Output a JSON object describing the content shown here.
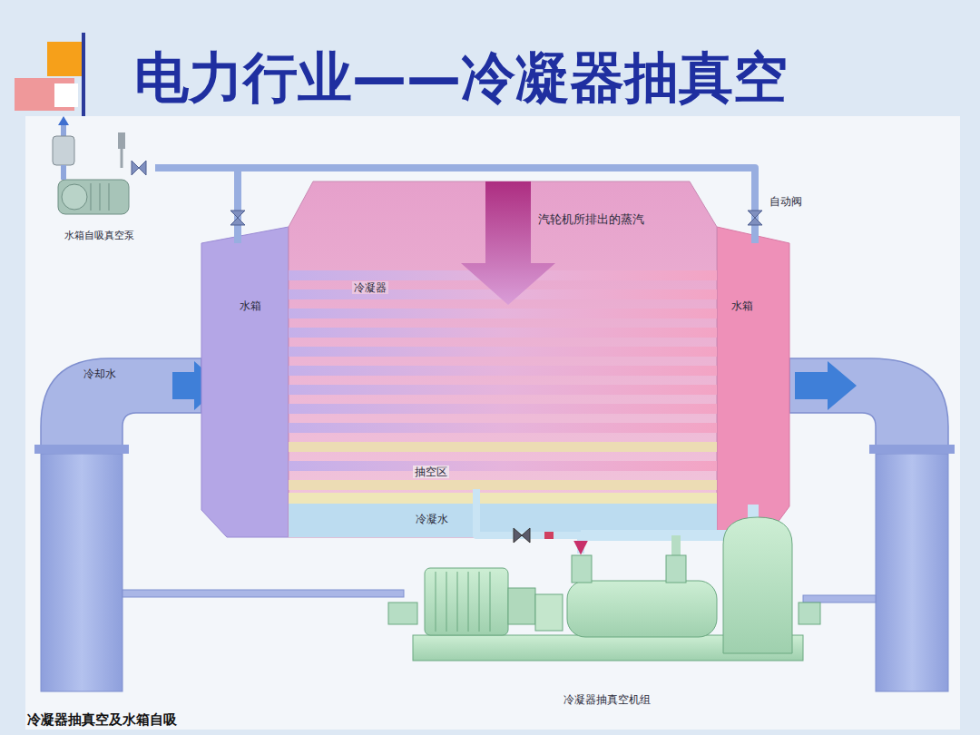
{
  "diagram": {
    "title": "电力行业——冷凝器抽真空",
    "caption": "冷凝器抽真空及水箱自吸",
    "nodes": [
      {
        "text": [
          "水箱自吸真空泵"
        ]
      },
      {
        "text": [
          "水箱"
        ]
      },
      {
        "text": [
          "汽轮机所排出的蒸汽"
        ]
      },
      {
        "text": [
          "冷凝器"
        ],
        "in": 2
      },
      {
        "text": [
          "抽空区"
        ],
        "in": 2
      },
      {
        "text": [
          "冷凝水"
        ],
        "in": 2
      },
      {
        "text": [
          "水箱"
        ]
      },
      {
        "text": [
          "冷凝器抽真空机组"
        ]
      }
    ],
    "edges": [
      {
        "from": 0,
        "to": 1,
        "arrow": "none"
      },
      {
        "from": 0,
        "to": 6,
        "arrow": "none"
      },
      {
        "from": 4,
        "to": 7,
        "arrow": "to"
      }
    ],
    "labels": [
      "冷却水",
      "自动阀"
    ]
  }
}
